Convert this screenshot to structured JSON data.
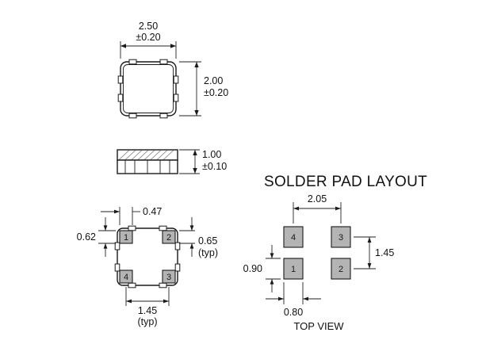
{
  "colors": {
    "line": "#1a1a1a",
    "pad_fill": "#b4b4b4",
    "lid_fill": "#c9c9c9"
  },
  "package_top_view": {
    "width_value": "2.50",
    "width_tolerance": "±0.20",
    "height_value": "2.00",
    "height_tolerance": "±0.20"
  },
  "package_side_view": {
    "height_value": "1.00",
    "height_tolerance": "±0.10"
  },
  "package_bottom_view": {
    "pad_numbers": {
      "top_left": "1",
      "top_right": "2",
      "bottom_left": "4",
      "bottom_right": "3"
    },
    "dim_pad_width": "0.47",
    "dim_pad_height_left": "0.62",
    "dim_pad_height_right": "0.65",
    "dim_pad_height_right_qualifier": "(typ)",
    "dim_pad_pitch": "1.45",
    "dim_pad_pitch_qualifier": "(typ)"
  },
  "solder_pad_layout": {
    "title": "SOLDER PAD LAYOUT",
    "caption": "TOP VIEW",
    "pad_numbers": {
      "top_left": "4",
      "top_right": "3",
      "bottom_left": "1",
      "bottom_right": "2"
    },
    "dim_horizontal_pitch": "2.05",
    "dim_vertical_pitch": "1.45",
    "dim_pad_height": "0.90",
    "dim_pad_width": "0.80"
  }
}
